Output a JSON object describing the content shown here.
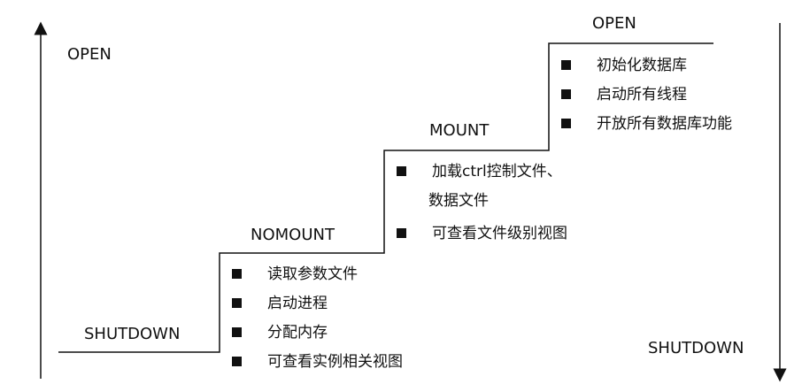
{
  "left_axis": {
    "top_label": "OPEN",
    "bottom_label": "SHUTDOWN"
  },
  "right_axis": {
    "bottom_label": "SHUTDOWN"
  },
  "stages": [
    {
      "name": "NOMOUNT",
      "items": [
        "读取参数文件",
        "启动进程",
        "分配内存",
        "可查看实例相关视图"
      ]
    },
    {
      "name": "MOUNT",
      "items": [
        {
          "line1": "加载ctrl控制文件、",
          "line2": "数据文件"
        },
        "可查看文件级别视图"
      ]
    },
    {
      "name": "OPEN",
      "items": [
        "初始化数据库",
        "启动所有线程",
        "开放所有数据库功能"
      ]
    }
  ],
  "colors": {
    "line": "#111111",
    "background": "#ffffff"
  }
}
